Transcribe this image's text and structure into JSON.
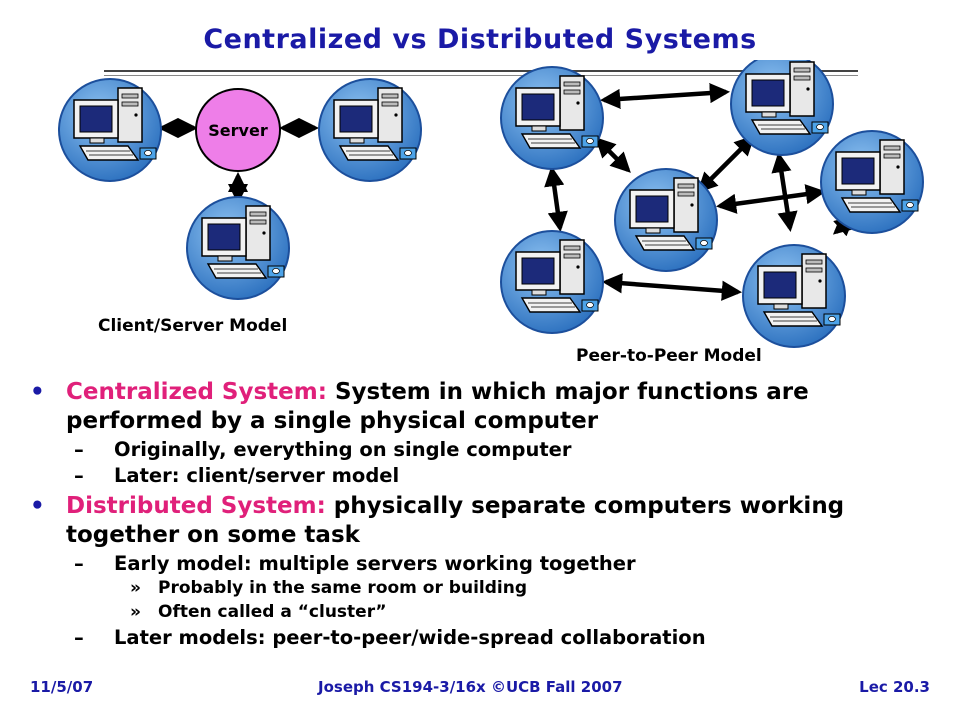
{
  "slide": {
    "title": "Centralized vs Distributed Systems",
    "diagram": {
      "server_label": "Server",
      "client_server_caption": "Client/Server Model",
      "p2p_caption": "Peer-to-Peer Model"
    },
    "bullets": [
      {
        "term": "Centralized System:",
        "text": " System in which major functions are performed by a single physical computer",
        "subs": [
          {
            "text": "Originally, everything on single computer",
            "subs": []
          },
          {
            "text": "Later: client/server model",
            "subs": []
          }
        ]
      },
      {
        "term": "Distributed System:",
        "text": " physically separate computers working together on some task",
        "subs": [
          {
            "text": "Early model: multiple servers working together",
            "subs": [
              "Probably in the same room or building",
              "Often called a “cluster”"
            ]
          },
          {
            "text": "Later models: peer-to-peer/wide-spread collaboration",
            "subs": []
          }
        ]
      }
    ],
    "footer": {
      "date": "11/5/07",
      "course": "Joseph CS194-3/16x ©UCB Fall 2007",
      "lecture": "Lec 20.3"
    }
  },
  "colors": {
    "title": "#1a1aa6",
    "term": "#e0207a",
    "server_fill": "#ee7ee8",
    "computer_circle": "#3a86d4"
  }
}
